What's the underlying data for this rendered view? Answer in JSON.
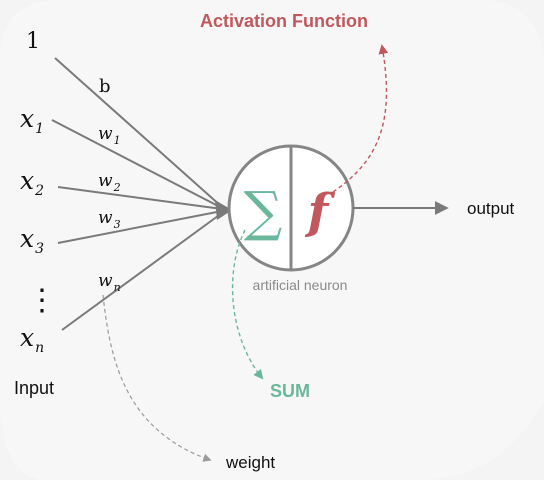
{
  "title": "Activation Function",
  "inputs": {
    "bias_input": "1",
    "x_base": "x",
    "subscripts": [
      "1",
      "2",
      "3",
      "n"
    ],
    "dots": "⋮",
    "label": "Input"
  },
  "weights": {
    "bias": "b",
    "w_base": "w",
    "subscripts": [
      "1",
      "2",
      "3",
      "n"
    ]
  },
  "neuron": {
    "sum_symbol": "∑",
    "func_symbol": "f",
    "label": "artificial neuron"
  },
  "output_label": "output",
  "sum_label": "SUM",
  "weight_label": "weight",
  "colors": {
    "line": "#7a7a7a",
    "activation": "#c0585d",
    "sum": "#6bb79b",
    "neuron_stroke": "#858585"
  }
}
